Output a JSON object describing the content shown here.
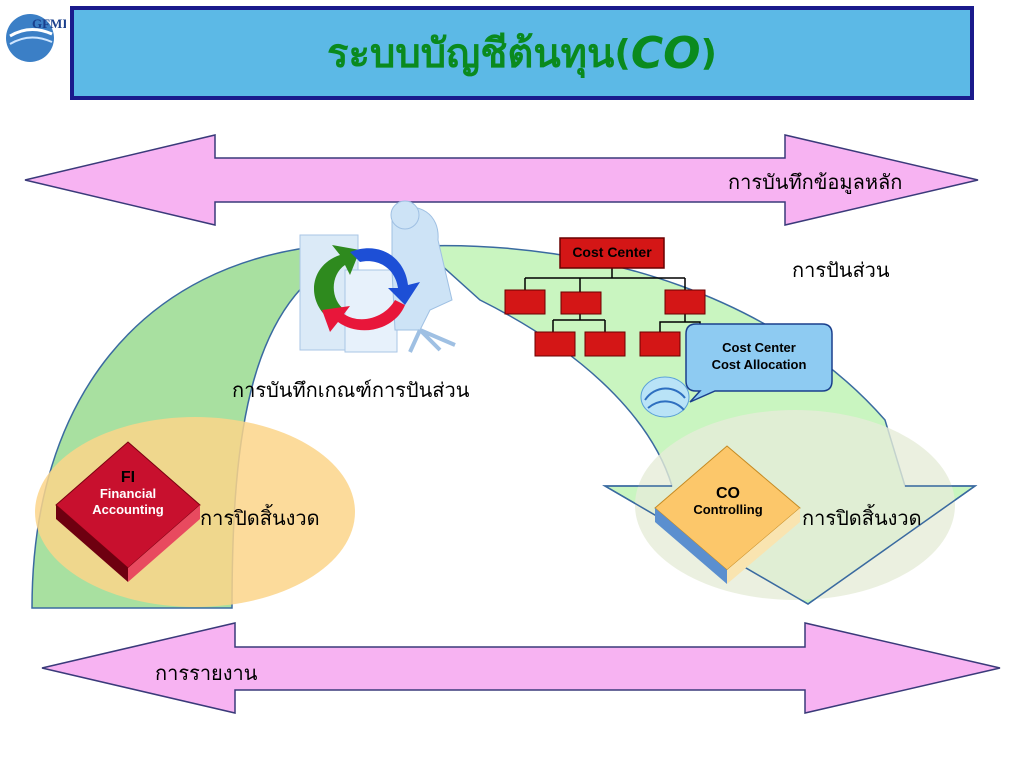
{
  "header": {
    "logo_text": "GFMIS",
    "title_thai": "ระบบบัญชีต้นทุน ",
    "title_paren_open": "(",
    "title_co": "CO",
    "title_paren_close": ")"
  },
  "arrows": {
    "top_label": "การบันทึกข้อมูลหลัก",
    "bottom_label": "การรายงาน"
  },
  "labels": {
    "allocation_record": "การบันทึกเกณฑ์การปันส่วน",
    "allocation": "การปันส่วน",
    "period_close_left": "การปิดสิ้นงวด",
    "period_close_right": "การปิดสิ้นงวด"
  },
  "org_chart": {
    "root_label": "Cost Center"
  },
  "callout": {
    "line1": "Cost Center",
    "line2": "Cost Allocation"
  },
  "fi_cube": {
    "title": "FI",
    "line1": "Financial",
    "line2": "Accounting"
  },
  "co_cube": {
    "title": "CO",
    "line1": "Controlling"
  },
  "colors": {
    "title_bg": "#5cb9e6",
    "title_border": "#1a1a8c",
    "title_text": "#0a8a1e",
    "arrow_fill": "#f7b3f2",
    "arc_fill": "#a8e0a0",
    "arc_light": "#c9f5c0",
    "fi_red": "#c8102e",
    "co_orange": "#fcc76a",
    "callout_fill": "#8ecbf2",
    "cost_box": "#d41616"
  }
}
